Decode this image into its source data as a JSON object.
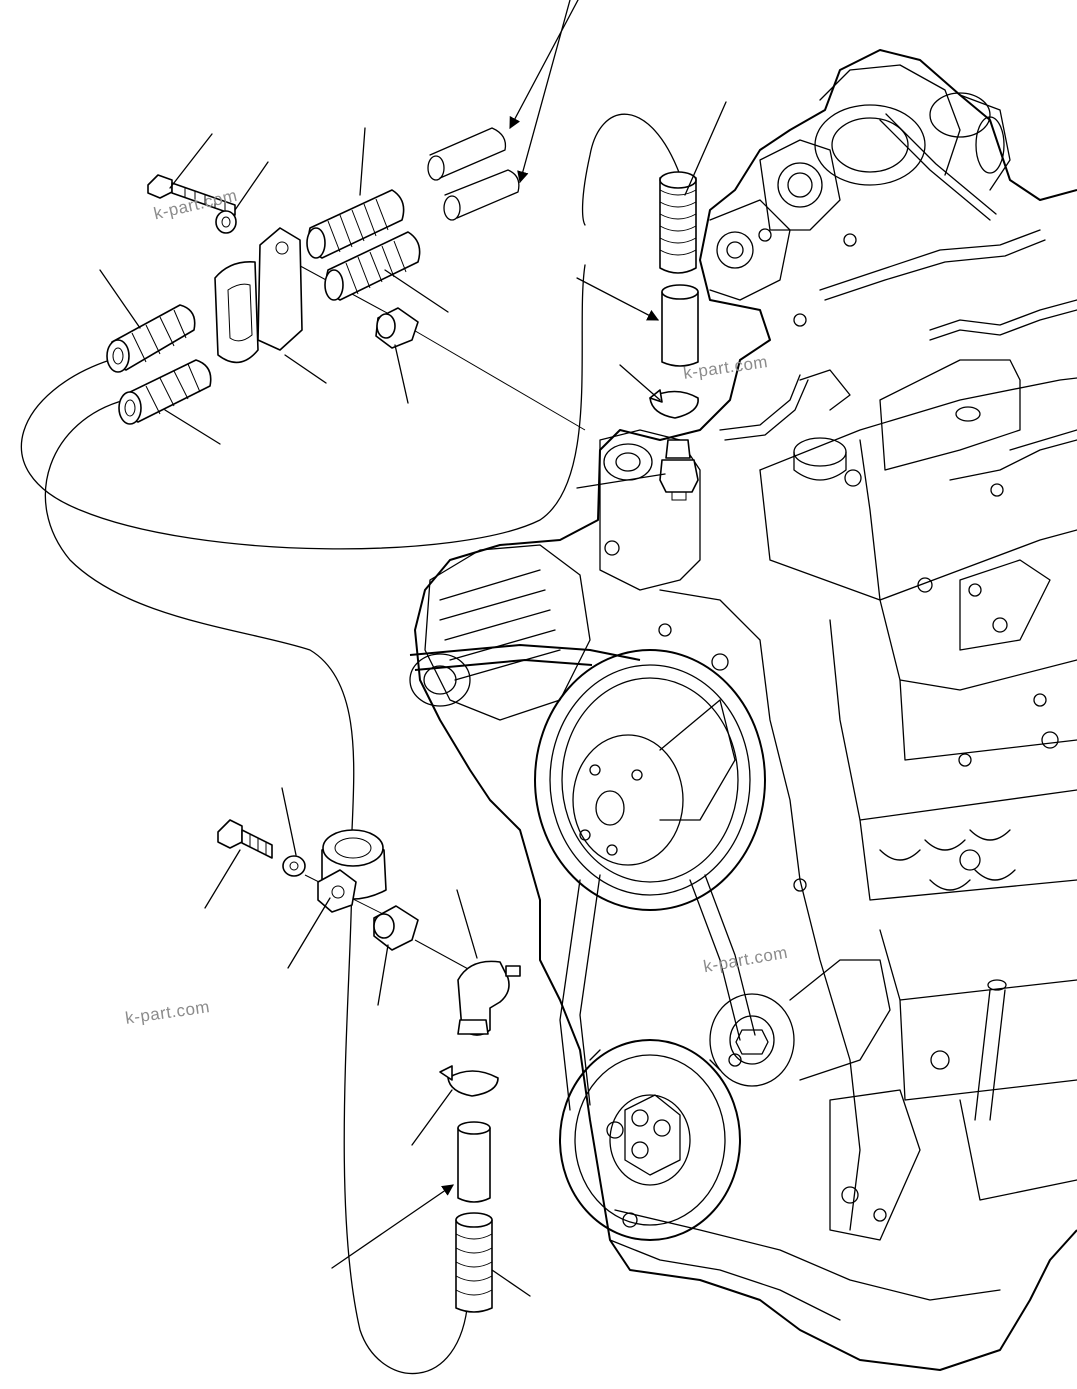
{
  "watermarks": {
    "top_left": "k-part.com",
    "top_center": "k-part.com",
    "middle_right": "k-part.com",
    "bottom_left": "k-part.com"
  },
  "colors": {
    "line": "#000000",
    "background": "#ffffff",
    "watermark": "#8c8c8c"
  }
}
